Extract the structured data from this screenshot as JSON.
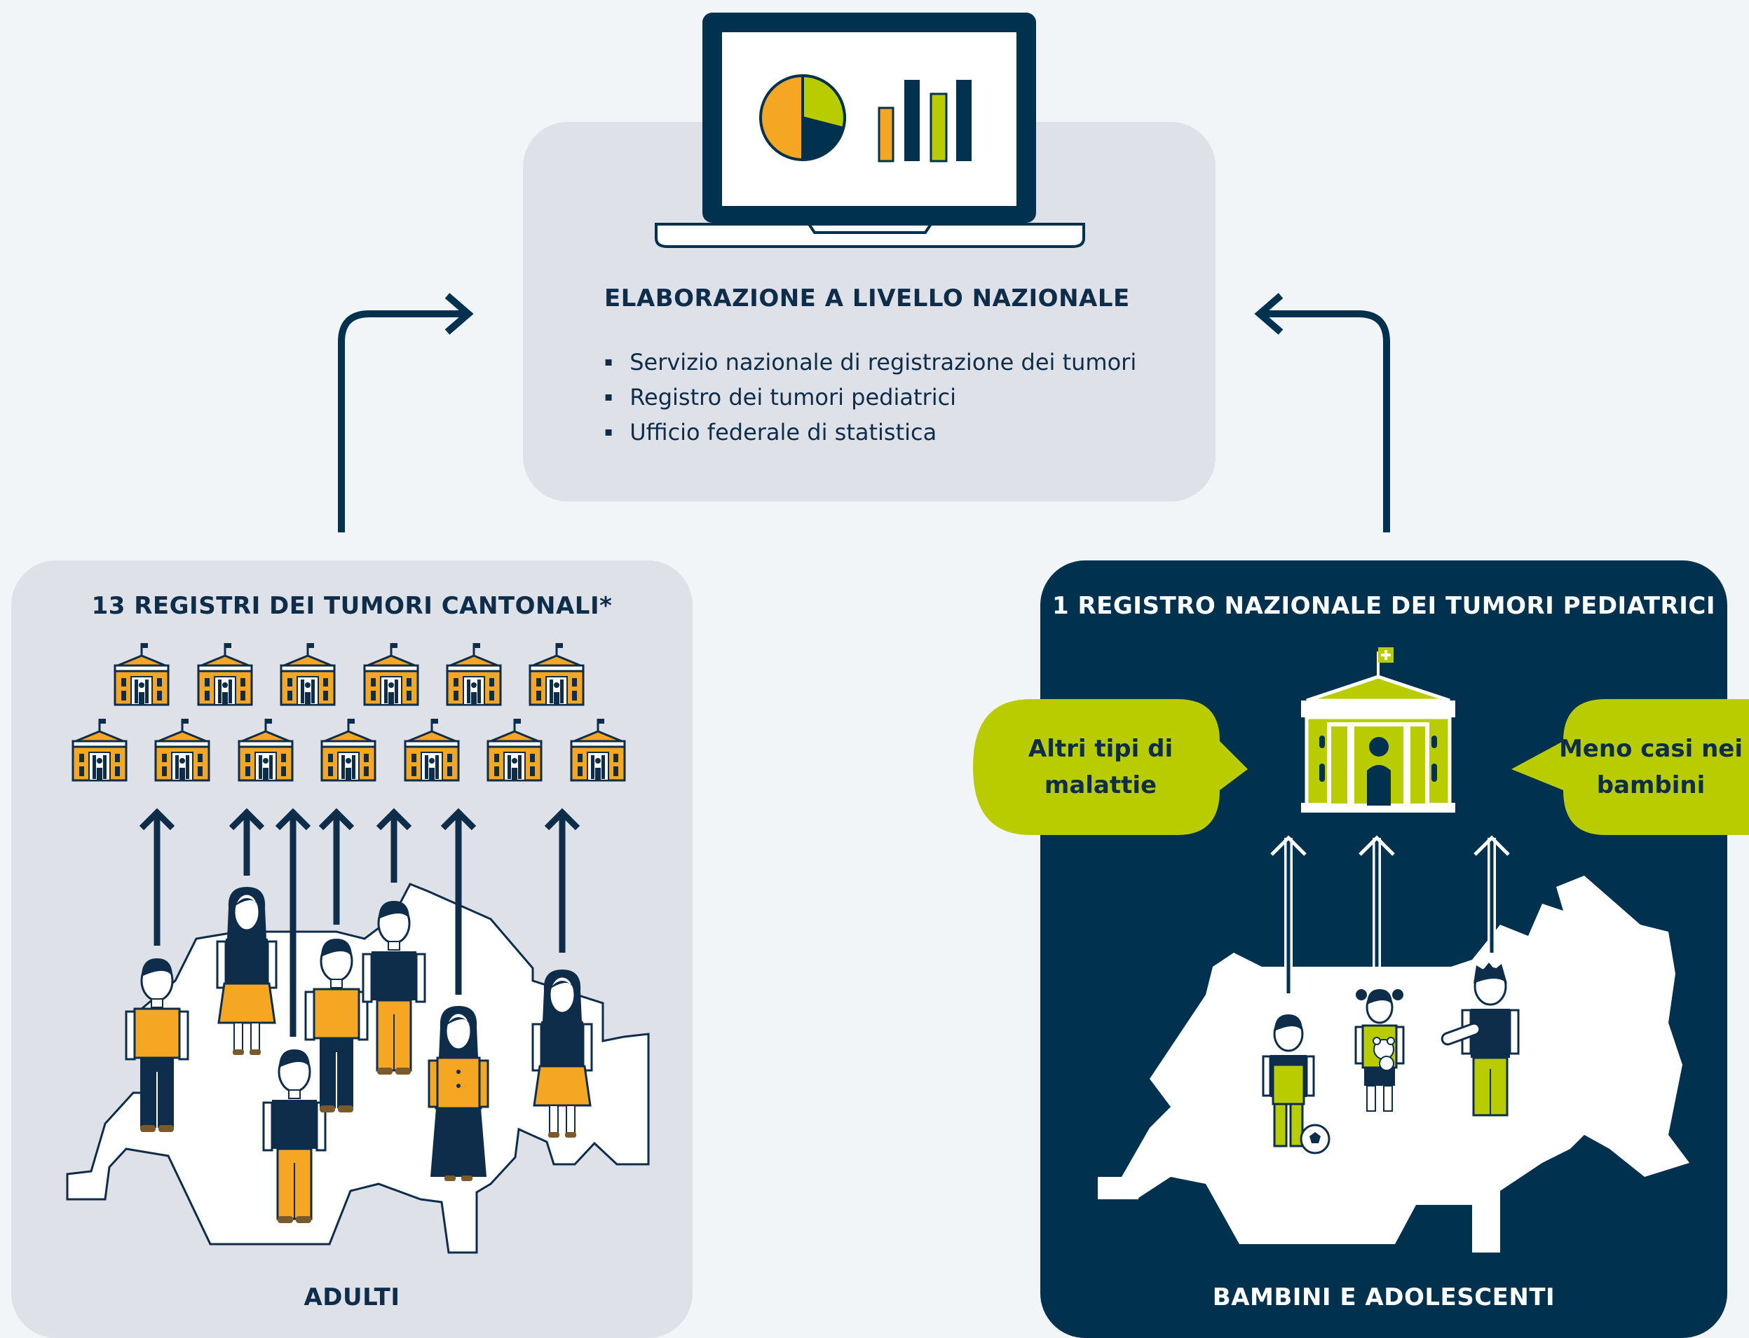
{
  "national": {
    "title": "ELABORAZIONE A LIVELLO NAZIONALE",
    "items": [
      "Servizio nazionale di registrazione dei tumori",
      "Registro dei tumori pediatrici",
      "Ufficio federale di statistica"
    ]
  },
  "cantonal": {
    "title": "13 REGISTRI DEI TUMORI CANTONALI*",
    "footer": "ADULTI",
    "registry_count": 13
  },
  "pediatric": {
    "title": "1 REGISTRO NAZIONALE DEI TUMORI PEDIATRICI",
    "footer": "BAMBINI E ADOLESCENTI",
    "bubble_left": "Altri tipi di malattie",
    "bubble_right": "Meno casi nei bambini"
  },
  "colors": {
    "navy": "#00314f",
    "orange": "#f5a623",
    "lime": "#b8cc00",
    "panel": "#dfe1e8",
    "background": "#f2f5f7"
  },
  "icons": [
    "laptop-icon",
    "pie-chart-icon",
    "bar-chart-icon",
    "building-icon",
    "person-icon",
    "switzerland-map",
    "arrow-icon"
  ]
}
